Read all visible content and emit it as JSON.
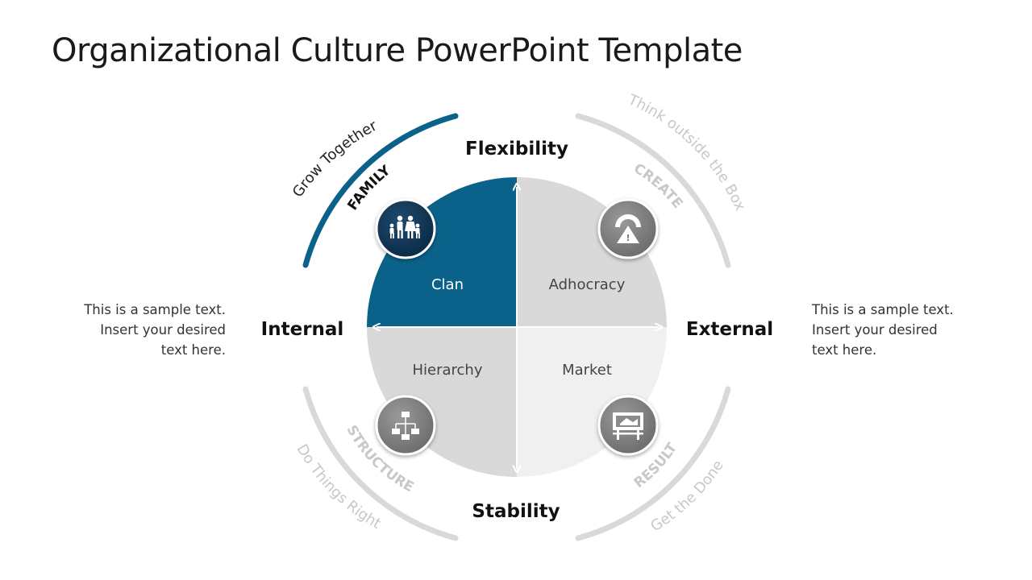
{
  "title": "Organizational Culture PowerPoint Template",
  "axes": {
    "top": "Flexibility",
    "bottom": "Stability",
    "left": "Internal",
    "right": "External"
  },
  "quadrants": [
    {
      "position": "top-left",
      "label": "Clan",
      "keyword": "FAMILY",
      "tagline": "Grow Together",
      "icon": "family-icon",
      "fill": "#0A628A",
      "active": true
    },
    {
      "position": "top-right",
      "label": "Adhocracy",
      "keyword": "CREATE",
      "tagline": "Think outside the Box",
      "icon": "gauge-warning-icon",
      "fill": "#D9D9D9",
      "active": false
    },
    {
      "position": "bottom-left",
      "label": "Hierarchy",
      "keyword": "STRUCTURE",
      "tagline": "Do Things Right",
      "icon": "org-chart-icon",
      "fill": "#D9D9D9",
      "active": false
    },
    {
      "position": "bottom-right",
      "label": "Market",
      "keyword": "RESULT",
      "tagline": "Get the Done",
      "icon": "billboard-icon",
      "fill": "#F0F0F0",
      "active": false
    }
  ],
  "side_text": {
    "left": [
      "This is a sample text.",
      "Insert your desired",
      "text here."
    ],
    "right": [
      "This is a sample text.",
      "Insert your desired",
      "text here."
    ]
  },
  "colors": {
    "accent": "#0A628A",
    "accent_dark": "#0F3550",
    "muted_arc": "#D9D9D9",
    "muted_text": "#BFBFBF",
    "icon_gray": "#7A7A7A"
  }
}
